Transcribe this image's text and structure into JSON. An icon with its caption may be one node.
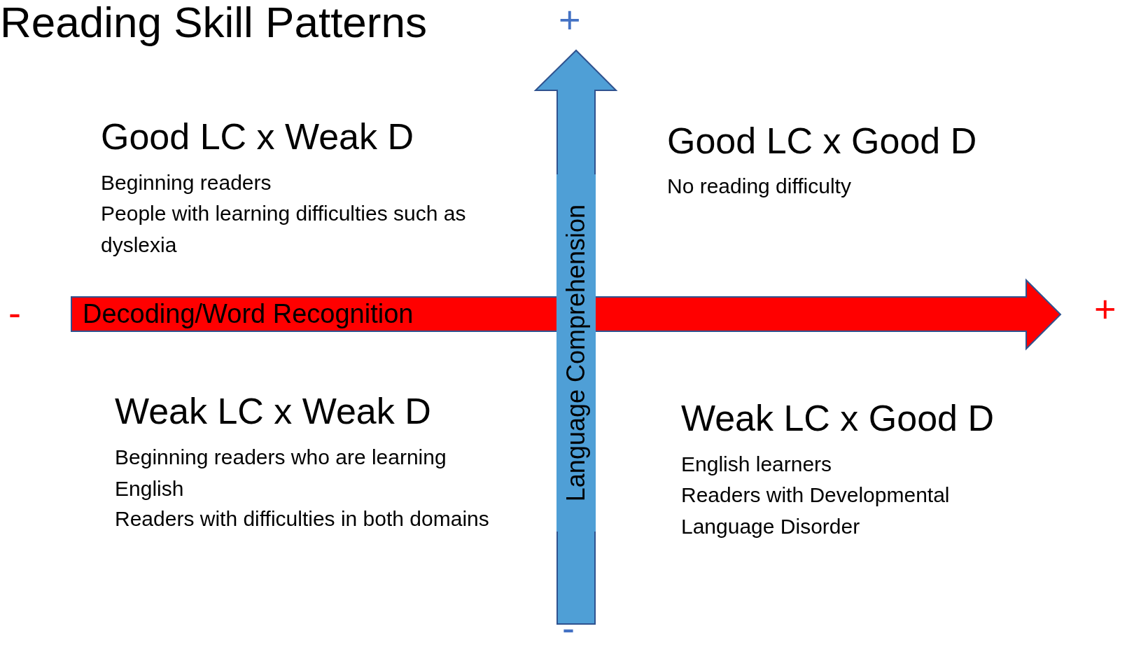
{
  "diagram": {
    "title": "Reading Skill Patterns",
    "nodes": [
      {
        "text": [
          "Decoding/Word Recognition"
        ]
      },
      {
        "text": [
          "Language Comprehension"
        ]
      }
    ],
    "labels": [
      "+",
      "Good LC x Weak D",
      "Beginning readers",
      "People with learning difficulties such as dyslexia",
      "Good LC x Good D",
      "No reading difficulty",
      "-",
      "+",
      "Weak LC x Weak D",
      "Beginning readers who are learning English",
      "Readers with difficulties in both domains",
      "Weak LC x Good D",
      "English learners",
      "Readers with Developmental Language Disorder",
      "-"
    ]
  }
}
